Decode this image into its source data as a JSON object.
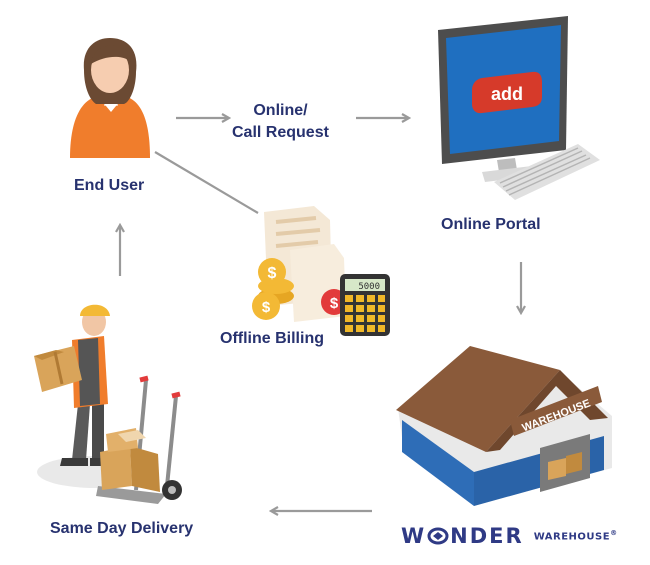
{
  "nodes": {
    "end_user": "End User",
    "request": "Online/\nCall Request",
    "request_line1": "Online/",
    "request_line2": "Call Request",
    "portal": "Online Portal",
    "billing": "Offline Billing",
    "delivery": "Same Day Delivery"
  },
  "screen_button": "add",
  "calculator_display": "5000",
  "warehouse_sign": "WAREHOUSE",
  "brand": {
    "name_left": "W",
    "name_right": "NDER",
    "tagline": "WAREHOUSE",
    "mark": "®"
  },
  "colors": {
    "label": "#27326f",
    "arrow": "#9a9a9a",
    "shirt": "#f07d2c",
    "screen": "#1f6fc0",
    "add_button": "#d63a2a",
    "warehouse_wall": "#2e6db7",
    "roof": "#8a5a3a",
    "box": "#d9a45a",
    "brand": "#2f3a85"
  }
}
